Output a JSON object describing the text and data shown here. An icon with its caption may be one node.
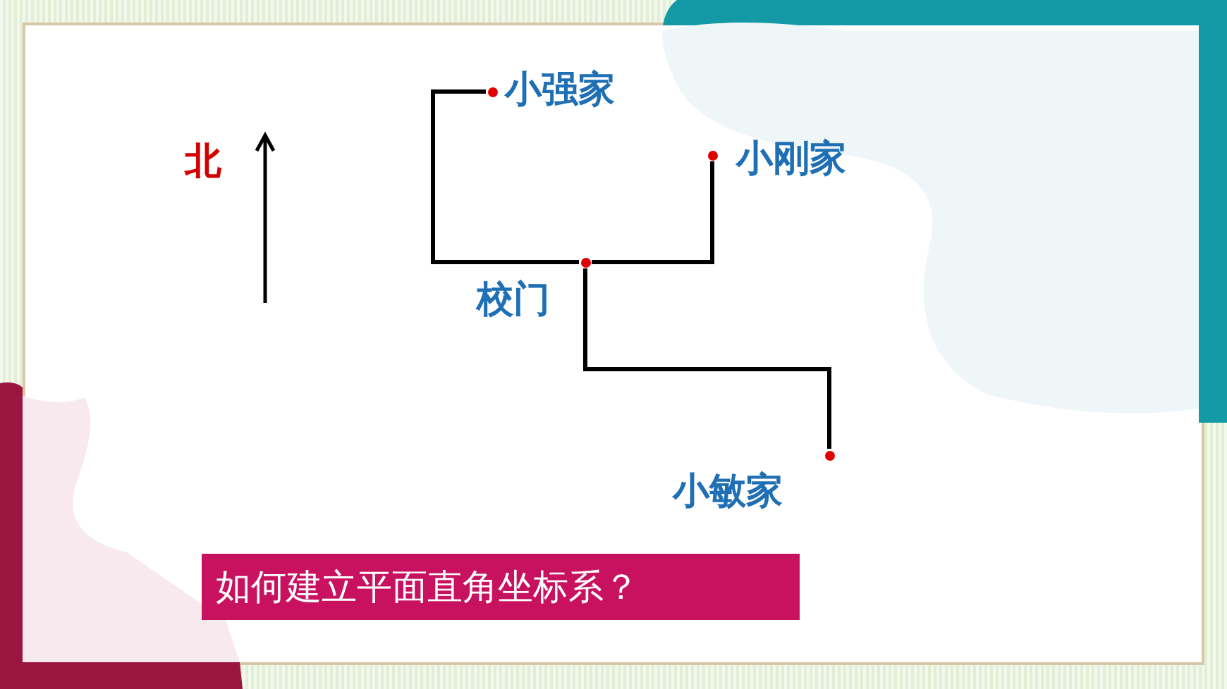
{
  "diagram": {
    "nodes": [
      {
        "text": [],
        "shape": "circle",
        "beside": [
          "校门"
        ]
      },
      {
        "text": [],
        "shape": "circle",
        "beside": [
          "小强家"
        ]
      },
      {
        "text": [],
        "shape": "circle",
        "beside": [
          "小刚家"
        ]
      },
      {
        "text": [],
        "shape": "circle",
        "beside": [
          "小敏家"
        ]
      }
    ],
    "edges": [
      {
        "from": 0,
        "to": 1,
        "arrow": "none"
      },
      {
        "from": 0,
        "to": 2,
        "arrow": "none"
      },
      {
        "from": 0,
        "to": 3,
        "arrow": "none"
      }
    ],
    "labels": [
      "北",
      "如何建立平面直角坐标系？"
    ]
  }
}
